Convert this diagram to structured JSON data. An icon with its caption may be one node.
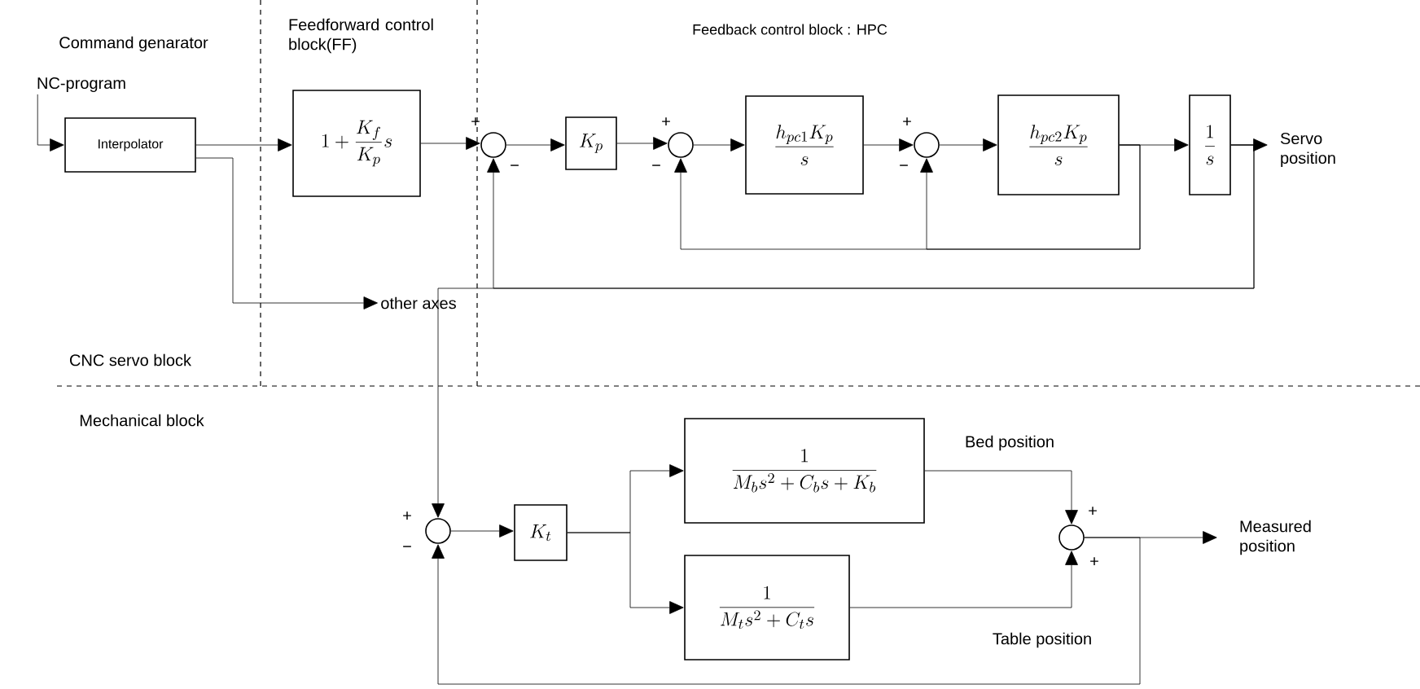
{
  "diagram": {
    "nodes": [
      {
        "text": [
          "NC-program"
        ]
      },
      {
        "text": [
          "Interpolator"
        ]
      },
      {
        "text": [
          "1+\\frac{K_f}{K_p}s"
        ]
      },
      {
        "text": [],
        "shape": "circle",
        "beside": [
          "+",
          "−"
        ]
      },
      {
        "text": [
          "K_p"
        ]
      },
      {
        "text": [],
        "shape": "circle",
        "beside": [
          "+",
          "−"
        ]
      },
      {
        "text": [
          "\\frac{h_{pc1}K_p}{s}"
        ]
      },
      {
        "text": [],
        "shape": "circle",
        "beside": [
          "+",
          "−"
        ]
      },
      {
        "text": [
          "\\frac{h_{pc2}K_p}{s}"
        ]
      },
      {
        "text": [
          "\\frac{1}{s}"
        ]
      },
      {
        "text": [
          "Servo position"
        ]
      },
      {
        "text": [
          "other axes"
        ]
      },
      {
        "text": [],
        "shape": "circle",
        "beside": [
          "+",
          "−"
        ]
      },
      {
        "text": [
          "K_t"
        ]
      },
      {
        "text": [
          "\\frac{1}{M_b s^2+C_b s+K_b}"
        ]
      },
      {
        "text": [
          "\\frac{1}{M_t s^2+C_t s}"
        ]
      },
      {
        "text": [],
        "shape": "circle",
        "beside": [
          "+",
          "+"
        ]
      },
      {
        "text": [
          "Measured position"
        ]
      }
    ],
    "edges": [
      {
        "from": 0,
        "to": 1,
        "arrow": "to"
      },
      {
        "from": 1,
        "to": 2,
        "arrow": "to"
      },
      {
        "from": 1,
        "to": 11,
        "arrow": "to"
      },
      {
        "from": 2,
        "to": 3,
        "arrow": "to"
      },
      {
        "from": 3,
        "to": 4,
        "arrow": "to"
      },
      {
        "from": 4,
        "to": 5,
        "arrow": "to"
      },
      {
        "from": 5,
        "to": 6,
        "arrow": "to"
      },
      {
        "from": 6,
        "to": 7,
        "arrow": "to"
      },
      {
        "from": 7,
        "to": 8,
        "arrow": "to"
      },
      {
        "from": 8,
        "to": 9,
        "arrow": "to"
      },
      {
        "from": 9,
        "to": 10,
        "arrow": "to"
      },
      {
        "from": 8,
        "to": 7,
        "arrow": "to"
      },
      {
        "from": 8,
        "to": 5,
        "arrow": "to"
      },
      {
        "from": 9,
        "to": 3,
        "arrow": "to"
      },
      {
        "from": 9,
        "to": 12,
        "arrow": "to"
      },
      {
        "from": 12,
        "to": 13,
        "arrow": "to"
      },
      {
        "from": 13,
        "to": 14,
        "arrow": "to"
      },
      {
        "from": 13,
        "to": 15,
        "arrow": "to"
      },
      {
        "from": 14,
        "to": 16,
        "arrow": "to",
        "label": "Bed position"
      },
      {
        "from": 15,
        "to": 16,
        "arrow": "to",
        "label": "Table position"
      },
      {
        "from": 16,
        "to": 17,
        "arrow": "to"
      },
      {
        "from": 16,
        "to": 12,
        "arrow": "to"
      }
    ],
    "labels": [
      "Command genarator",
      "Feedforward control block(FF)",
      "Feedback control block : HPC",
      "CNC servo block",
      "Mechanical block"
    ]
  }
}
